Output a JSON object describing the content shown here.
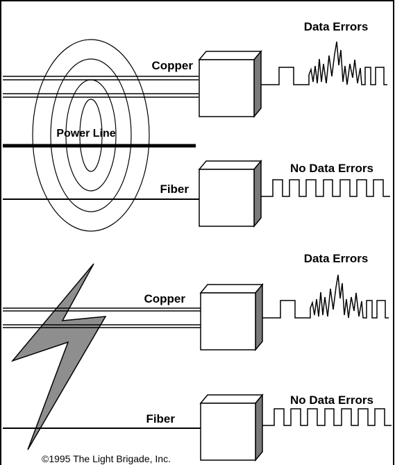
{
  "title_top": "Data Errors",
  "panels": {
    "top": {
      "copper_label": "Copper",
      "copper_status": "Data Errors",
      "fiber_label": "Fiber",
      "fiber_status": "No Data Errors",
      "interference_label": "Power  Line"
    },
    "bottom": {
      "copper_label": "Copper",
      "copper_status": "Data Errors",
      "fiber_label": "Fiber",
      "fiber_status": "No Data Errors"
    }
  },
  "copyright": "©1995 The Light Brigade, Inc.",
  "colors": {
    "line": "#000000",
    "box_side": "#7a7a7a",
    "lightning_fill": "#8e8e8e",
    "background": "#ffffff"
  }
}
